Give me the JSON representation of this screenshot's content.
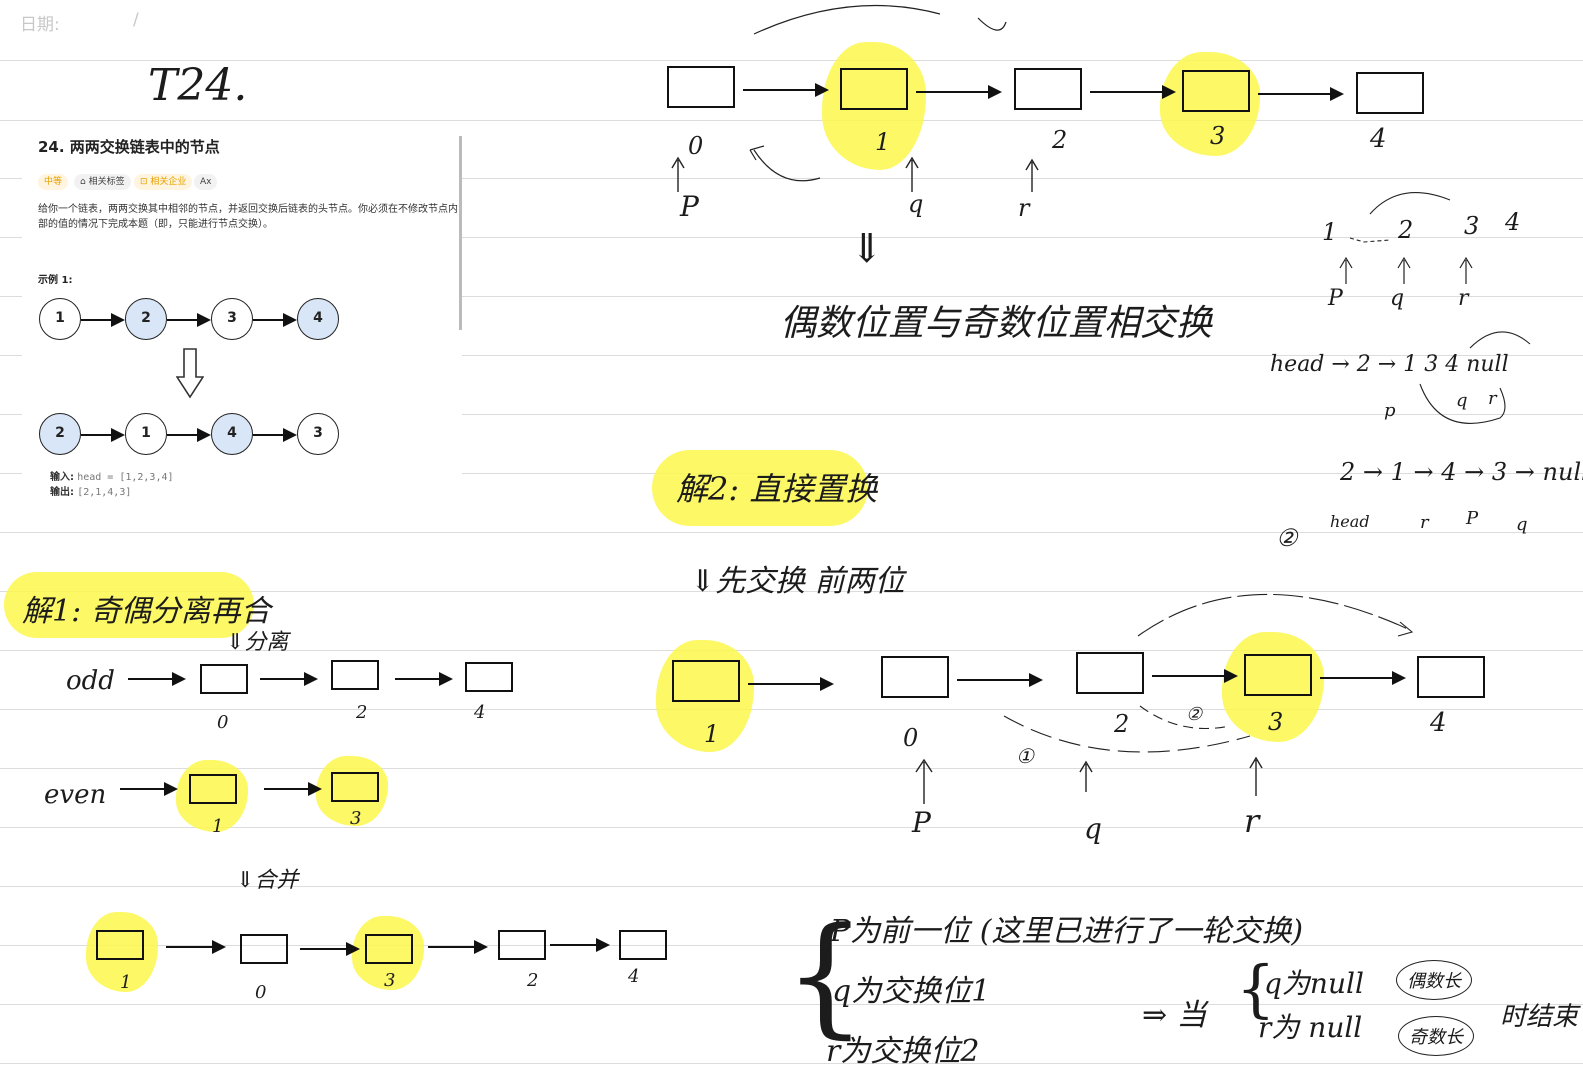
{
  "header": {
    "date_label": "日期:",
    "date_sep": "/"
  },
  "title_handwritten": "T24.",
  "problem": {
    "title": "24. 两两交换链表中的节点",
    "tags": [
      "中等",
      "相关标签",
      "相关企业",
      "Ax"
    ],
    "description": "给你一个链表，两两交换其中相邻的节点，并返回交换后链表的头节点。你必须在不修改节点内部的值的情况下完成本题（即，只能进行节点交换）。",
    "example_title": "示例 1:",
    "list_before": [
      "1",
      "2",
      "3",
      "4"
    ],
    "list_after": [
      "2",
      "1",
      "4",
      "3"
    ],
    "input_label": "输入:",
    "input_value": "head = [1,2,3,4]",
    "output_label": "输出:",
    "output_value": "[2,1,4,3]"
  },
  "top_diagram": {
    "indices": [
      "0",
      "1",
      "2",
      "3",
      "4"
    ],
    "pointers": [
      "P",
      "q",
      "r"
    ],
    "caption": "偶数位置与奇数位置相交换"
  },
  "side_notes": {
    "row1": [
      "1",
      "2",
      "3",
      "4"
    ],
    "row1_ptrs": [
      "P",
      "q",
      "r"
    ],
    "row2": "head → 2 → 1   3  4   null",
    "row2_ptrs": [
      "p",
      "q",
      "r"
    ],
    "row3": "2 → 1 → 4 → 3 → null",
    "row3_ptrs": [
      "head",
      "r",
      "P",
      "q"
    ],
    "circle_mark": "②"
  },
  "method1": {
    "title": "解1: 奇偶分离再合",
    "split_note": "⇓分离",
    "odd_label": "odd",
    "odd_nodes": [
      "0",
      "2",
      "4"
    ],
    "even_label": "even",
    "even_nodes": [
      "1",
      "3"
    ],
    "merge_note": "⇓合并",
    "merged_nodes": [
      "1",
      "0",
      "3",
      "2",
      "4"
    ]
  },
  "method2": {
    "title": "解2: 直接置换",
    "sub_note": "⇓先交换 前两位",
    "nodes": [
      "1",
      "0",
      "2",
      "3",
      "4"
    ],
    "pointers": [
      "P",
      "q",
      "r"
    ],
    "step_marks": [
      "①",
      "②"
    ]
  },
  "conditions": {
    "line1": "P为前一位  (这里已进行了一轮交换)",
    "line2": "q为交换位1",
    "line3": "r为交换位2",
    "arrow": "⇒ 当",
    "cond1": "q为null",
    "cond1_note": "偶数长",
    "cond2": "r为 null",
    "cond2_note": "奇数长",
    "end": "时结束"
  },
  "colors": {
    "highlight": "#fbf74b",
    "node_blue": "#d9e6f7",
    "ink": "#111111"
  }
}
